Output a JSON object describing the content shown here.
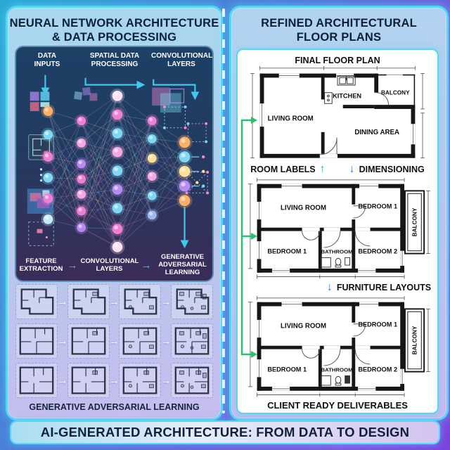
{
  "page": {
    "banner": "AI-GENERATED ARCHITECTURE: FROM DATA TO DESIGN"
  },
  "icons": {
    "arrow_right": "→",
    "arrow_up": "↑",
    "arrow_down": "↓"
  },
  "colors": {
    "panel_border": "#55d6f5",
    "arrow_cyan": "#3fc9ea",
    "arrow_green": "#26c36d",
    "arrow_blue": "#2e7ce4",
    "node_orange": "#ffb066",
    "node_cyan": "#7ed8f4",
    "node_pink": "#f07fd4",
    "node_pink_light": "#f7a8e4",
    "node_purple": "#b68cf0",
    "node_yellow": "#ffe099",
    "node_white": "#ffe2f2",
    "node_lightcyan": "#c4ecf9",
    "node_blue": "#9db9f4",
    "edge_pink": "#f48fd0",
    "edge_cyan": "#7fd4f0",
    "edge_yellow": "#ffd9a0",
    "edge_purple": "#b89af0"
  },
  "left_panel": {
    "title_line1": "NEURAL NETWORK ARCHITECTURE",
    "title_line2": "& DATA PROCESSING",
    "nn": {
      "top_labels": {
        "data_inputs": "DATA INPUTS",
        "spatial": "SPATIAL DATA PROCESSING",
        "convolutional": "CONVOLUTIONAL LAYERS"
      },
      "bottom_labels": {
        "feature_extraction": "FEATURE EXTRACTION",
        "conv_layers": "CONVOLUTIONAL LAYERS",
        "gan": "GENERATIVE ADVERSARIAL LEARNING"
      }
    },
    "gan_grid": {
      "rows": 3,
      "cols": 4
    },
    "gan_caption": "GENERATIVE ADVERSARIAL LEARNING"
  },
  "right_panel": {
    "title_line1": "REFINED ARCHITECTURAL",
    "title_line2": "FLOOR PLANS",
    "plan1": {
      "title": "FINAL FLOOR PLAN",
      "rooms": {
        "living_room": "LIVING ROOM",
        "kitchen": "KITCHEN",
        "balcony": "BALCONY",
        "dining_area": "DINING AREA"
      }
    },
    "labels_row": {
      "room_labels": "ROOM LABELS",
      "dimensioning": "DIMENSIONING"
    },
    "plan2": {
      "rooms": {
        "living_room": "LIVING ROOM",
        "bedroom_top_right": "BEDROOM 1",
        "bedroom_bottom_left": "BEDROOM 1",
        "bathroom": "BATHROOM",
        "bedroom_bottom_right": "BEDROOM 2",
        "balcony": "BALCONY"
      }
    },
    "furniture_row": {
      "label": "FURNITURE LAYOUTS"
    },
    "plan3": {
      "rooms": {
        "living_room": "LIVING ROOM",
        "bedroom_top_right": "BEDROOM 1",
        "bedroom_bottom_left": "BEDROOM 1",
        "bathroom": "BATHROOM",
        "bedroom_bottom_right": "BEDROOM 2",
        "balcony": "BALCONY"
      }
    },
    "caption": "CLIENT READY DELIVERABLES"
  }
}
